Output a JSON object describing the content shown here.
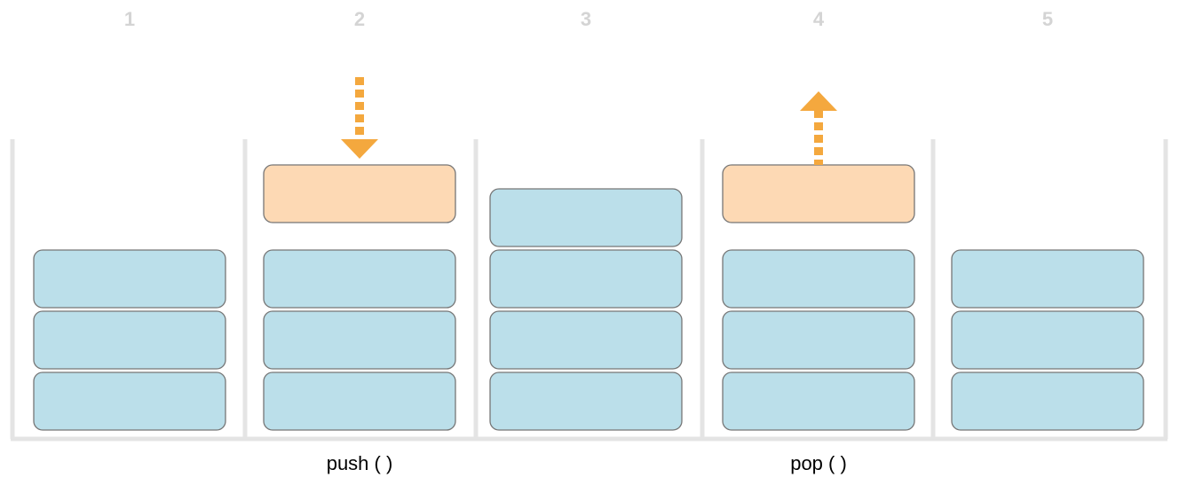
{
  "colors": {
    "stack_item": "#bbdfea",
    "active_item": "#fdd9b4",
    "item_border": "#767676",
    "frame": "#e4e4e4",
    "arrow": "#f4a83e",
    "step_number": "#d4d4d4",
    "label": "#000000"
  },
  "steps": [
    {
      "number": "1",
      "stack_size": 3,
      "label": "",
      "operation": "none"
    },
    {
      "number": "2",
      "stack_size": 3,
      "label": "push ( )",
      "operation": "push"
    },
    {
      "number": "3",
      "stack_size": 4,
      "label": "",
      "operation": "none"
    },
    {
      "number": "4",
      "stack_size": 3,
      "label": "pop ( )",
      "operation": "pop"
    },
    {
      "number": "5",
      "stack_size": 3,
      "label": "",
      "operation": "none"
    }
  ],
  "icons": {
    "push": "arrow-down-dashed",
    "pop": "arrow-up-dashed"
  }
}
